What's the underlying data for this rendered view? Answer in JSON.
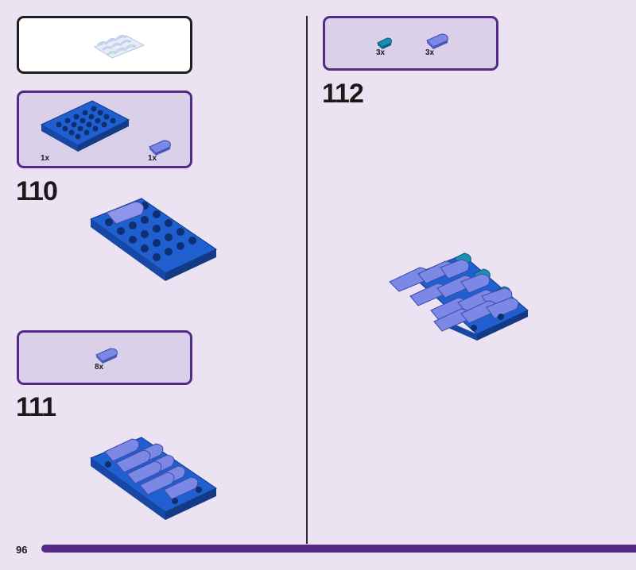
{
  "page_number": "96",
  "colors": {
    "background": "#ebe3f2",
    "panel_fill": "#dbd0e9",
    "panel_border": "#552a86",
    "blue_plate": "#1f5fd0",
    "lavender_tile": "#7c88e6",
    "teal_tile": "#1a8fb5",
    "progress_bar": "#552a86"
  },
  "steps": [
    {
      "number": "110",
      "parts": [
        {
          "icon": "blue-plate-4x6-icon",
          "qty": "1x"
        },
        {
          "icon": "lavender-quarter-tile-icon",
          "qty": "1x"
        }
      ]
    },
    {
      "number": "111",
      "parts": [
        {
          "icon": "lavender-quarter-tile-icon",
          "qty": "8x"
        }
      ]
    },
    {
      "number": "112",
      "parts": [
        {
          "icon": "teal-quarter-tile-icon",
          "qty": "3x"
        },
        {
          "icon": "lavender-quarter-tile-icon",
          "qty": "3x"
        }
      ]
    }
  ]
}
